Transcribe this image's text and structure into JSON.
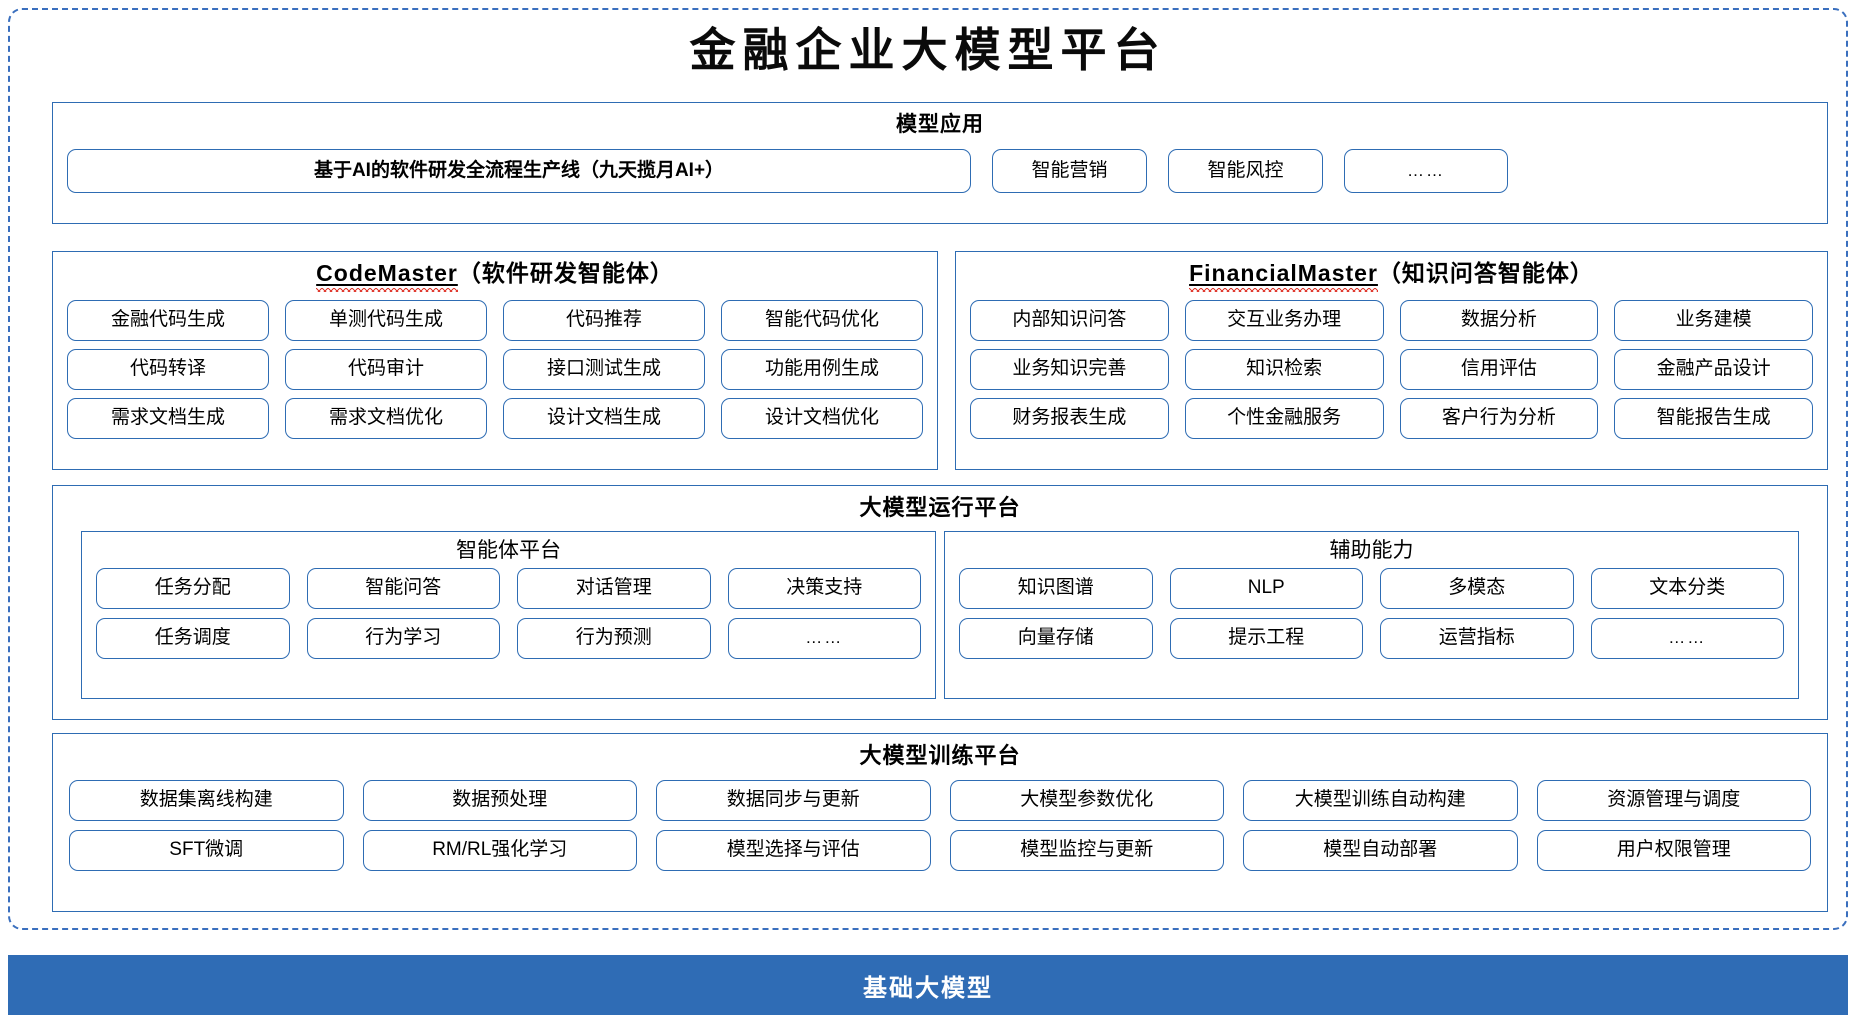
{
  "title": "金融企业大模型平台",
  "theme": {
    "accent_blue": "#2e6cb3",
    "banner_blue": "#2f6cb5",
    "dashed_border": "#3a6fbe",
    "spellcheck_red": "#e03a2f",
    "panel_background": "#ffffff",
    "text_color": "#000000"
  },
  "layers": {
    "application": {
      "title": "模型应用",
      "items": [
        {
          "label": "基于AI的软件研发全流程生产线（九天揽月AI+）",
          "emphasis": "bold"
        },
        {
          "label": "智能营销",
          "emphasis": "normal"
        },
        {
          "label": "智能风控",
          "emphasis": "normal"
        },
        {
          "label": "……",
          "emphasis": "normal"
        }
      ]
    },
    "agents": [
      {
        "name_en": "CodeMaster",
        "name_cn": "（软件研发智能体）",
        "spellcheck_underline": true,
        "items": [
          "金融代码生成",
          "单测代码生成",
          "代码推荐",
          "智能代码优化",
          "代码转译",
          "代码审计",
          "接口测试生成",
          "功能用例生成",
          "需求文档生成",
          "需求文档优化",
          "设计文档生成",
          "设计文档优化"
        ]
      },
      {
        "name_en": "FinancialMaster",
        "name_cn": "（知识问答智能体）",
        "spellcheck_underline": true,
        "items": [
          "内部知识问答",
          "交互业务办理",
          "数据分析",
          "业务建模",
          "业务知识完善",
          "知识检索",
          "信用评估",
          "金融产品设计",
          "财务报表生成",
          "个性金融服务",
          "客户行为分析",
          "智能报告生成"
        ]
      }
    ],
    "runtime": {
      "title": "大模型运行平台",
      "subpanels": [
        {
          "title": "智能体平台",
          "items": [
            "任务分配",
            "智能问答",
            "对话管理",
            "决策支持",
            "任务调度",
            "行为学习",
            "行为预测",
            "……"
          ]
        },
        {
          "title": "辅助能力",
          "items": [
            "知识图谱",
            "NLP",
            "多模态",
            "文本分类",
            "向量存储",
            "提示工程",
            "运营指标",
            "……"
          ]
        }
      ]
    },
    "training": {
      "title": "大模型训练平台",
      "items": [
        "数据集离线构建",
        "数据预处理",
        "数据同步与更新",
        "大模型参数优化",
        "大模型训练自动构建",
        "资源管理与调度",
        "SFT微调",
        "RM/RL强化学习",
        "模型选择与评估",
        "模型监控与更新",
        "模型自动部署",
        "用户权限管理"
      ]
    },
    "foundation": {
      "title": "基础大模型"
    }
  }
}
